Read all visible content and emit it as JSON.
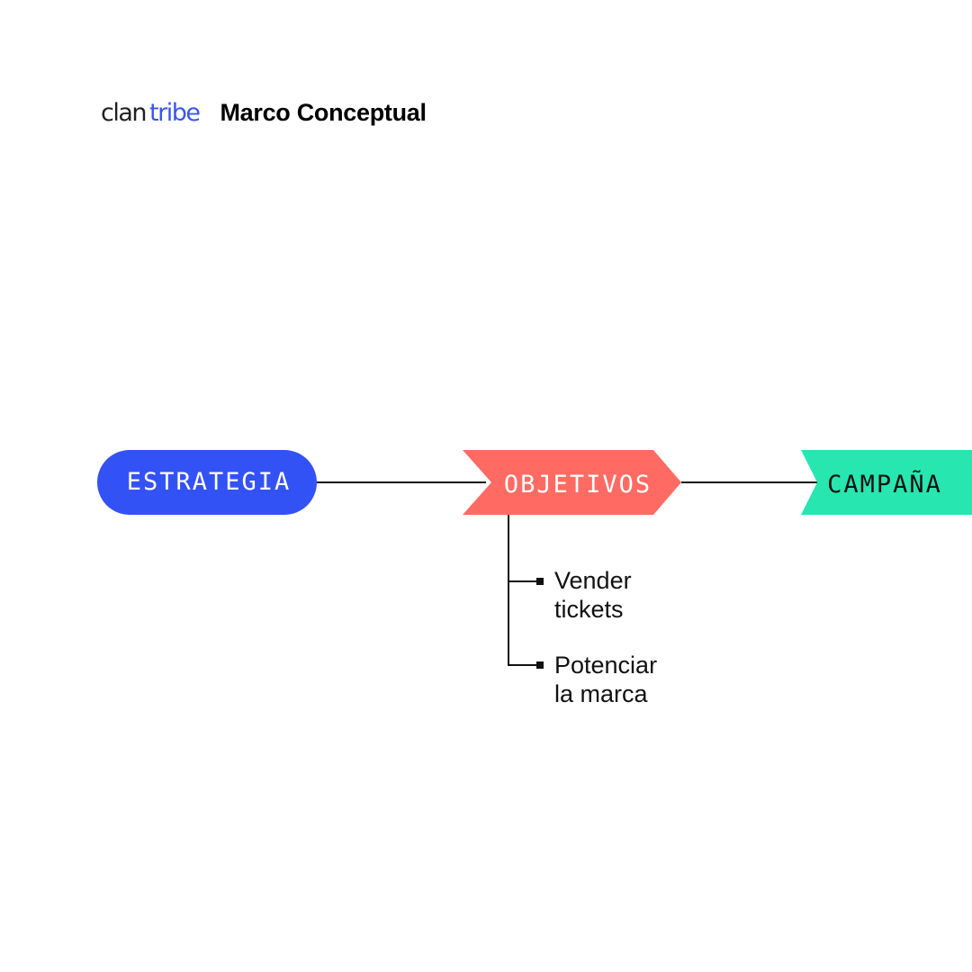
{
  "header": {
    "logo_part1": "clan",
    "logo_part2": "tribe",
    "title": "Marco Conceptual"
  },
  "colors": {
    "estrategia": "#3352f5",
    "objetivos": "#ff6b63",
    "campana": "#27e6b0",
    "line": "#111111"
  },
  "nodes": {
    "estrategia": "ESTRATEGIA",
    "objetivos": "OBJETIVOS",
    "campana": "CAMPAÑA"
  },
  "objetivos_items": [
    {
      "line1": "Vender",
      "line2": "tickets"
    },
    {
      "line1": "Potenciar",
      "line2": "la marca"
    }
  ]
}
